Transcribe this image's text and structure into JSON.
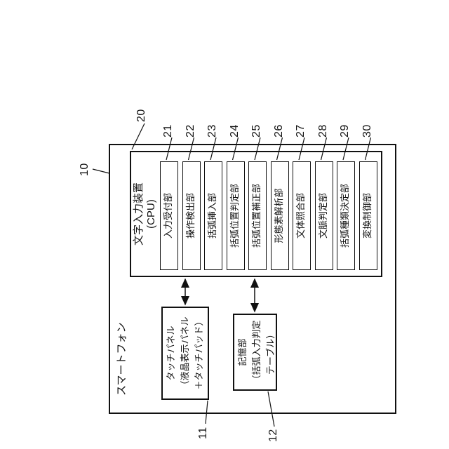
{
  "figure": {
    "outer_label": "スマートフォン",
    "refs": {
      "outer": "10",
      "inner": "20",
      "touch": "11",
      "memory": "12"
    },
    "cpu": {
      "title1": "文字入力装置",
      "title2": "(CPU)"
    },
    "units": [
      {
        "ref": "21",
        "label": "入力受付部"
      },
      {
        "ref": "22",
        "label": "操作検出部"
      },
      {
        "ref": "23",
        "label": "括弧挿入部"
      },
      {
        "ref": "24",
        "label": "括弧位置判定部"
      },
      {
        "ref": "25",
        "label": "括弧位置補正部"
      },
      {
        "ref": "26",
        "label": "形態素解析部"
      },
      {
        "ref": "27",
        "label": "文体照合部"
      },
      {
        "ref": "28",
        "label": "文脈判定部"
      },
      {
        "ref": "29",
        "label": "括弧種類決定部"
      },
      {
        "ref": "30",
        "label": "変換制御部"
      }
    ],
    "touch_panel": {
      "lines": [
        "タッチパネル",
        "（液晶表示パネル",
        "＋タッチパッド）"
      ]
    },
    "memory": {
      "lines": [
        "記憶部",
        "（括弧入力判定",
        "テーブル）"
      ]
    }
  }
}
